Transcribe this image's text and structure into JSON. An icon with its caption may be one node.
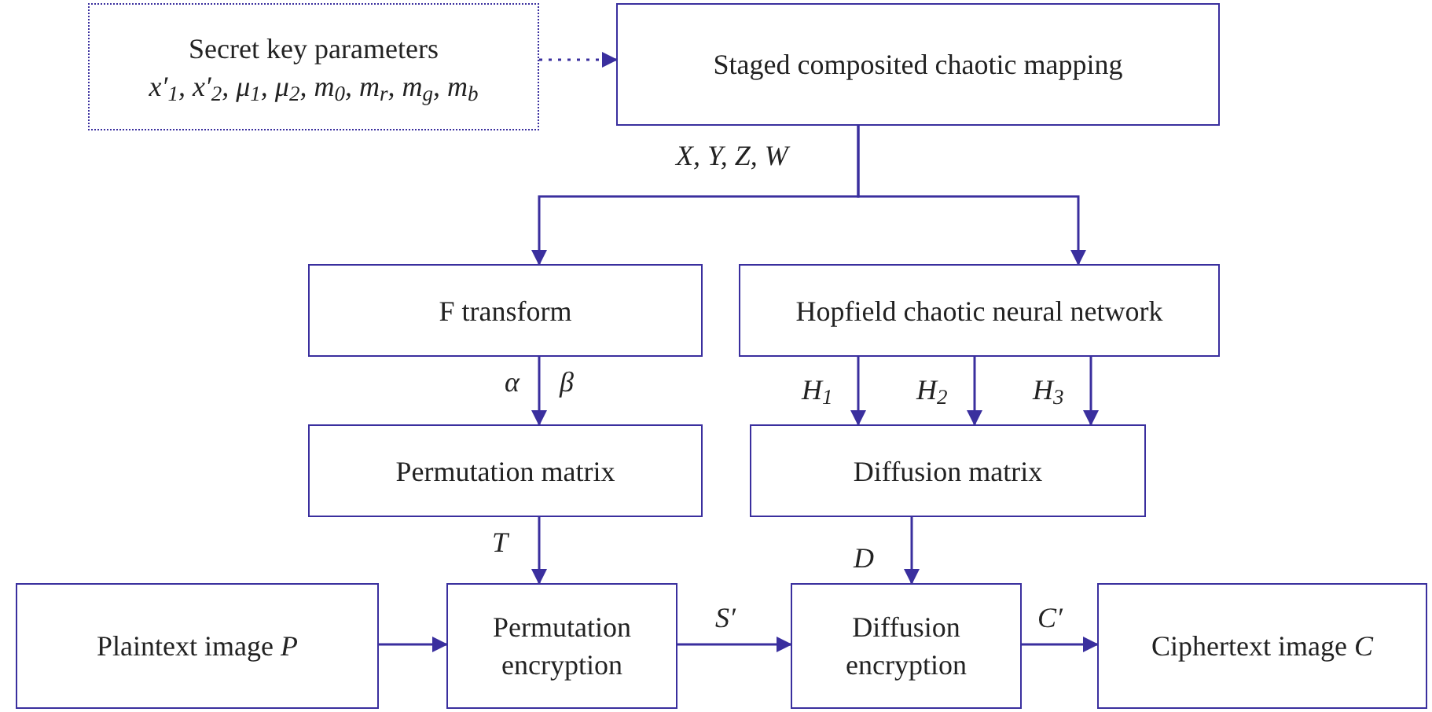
{
  "diagram": {
    "nodes": [
      {
        "text": [
          "Secret key parameters",
          "x′$_{1}$, x′$_{2}$, μ$_{1}$, μ$_{2}$, m$_{0}$, m$_{r}$, m$_{g}$, m$_{b}$"
        ]
      },
      {
        "text": [
          "Staged composited chaotic mapping"
        ]
      },
      {
        "text": [
          "F transform"
        ]
      },
      {
        "text": [
          "Hopfield chaotic neural network"
        ]
      },
      {
        "text": [
          "Permutation matrix"
        ]
      },
      {
        "text": [
          "Diffusion matrix"
        ]
      },
      {
        "text": [
          "Plaintext image *P*"
        ]
      },
      {
        "text": [
          "Permutation encryption"
        ]
      },
      {
        "text": [
          "Diffusion encryption"
        ]
      },
      {
        "text": [
          "Ciphertext image *C*"
        ]
      }
    ],
    "edges": [
      {
        "from": 0,
        "to": 1,
        "arrow": "to",
        "style": "dashed"
      },
      {
        "from": 1,
        "to": 2,
        "arrow": "to",
        "label": "X, Y, Z, W"
      },
      {
        "from": 1,
        "to": 3,
        "arrow": "to"
      },
      {
        "from": 2,
        "to": 4,
        "arrow": "to",
        "label": "α"
      },
      {
        "from": 3,
        "to": 5,
        "arrow": "to",
        "label": "H$_{1}$"
      },
      {
        "from": 3,
        "to": 5,
        "arrow": "to",
        "label": "H$_{2}$"
      },
      {
        "from": 3,
        "to": 5,
        "arrow": "to",
        "label": "H$_{3}$"
      },
      {
        "from": 4,
        "to": 7,
        "arrow": "to",
        "label": "T"
      },
      {
        "from": 5,
        "to": 8,
        "arrow": "to",
        "label": "D"
      },
      {
        "from": 6,
        "to": 7,
        "arrow": "to"
      },
      {
        "from": 7,
        "to": 8,
        "arrow": "to",
        "label": "S′"
      },
      {
        "from": 8,
        "to": 9,
        "arrow": "to",
        "label": "C′"
      }
    ],
    "labels": [
      "β"
    ]
  }
}
